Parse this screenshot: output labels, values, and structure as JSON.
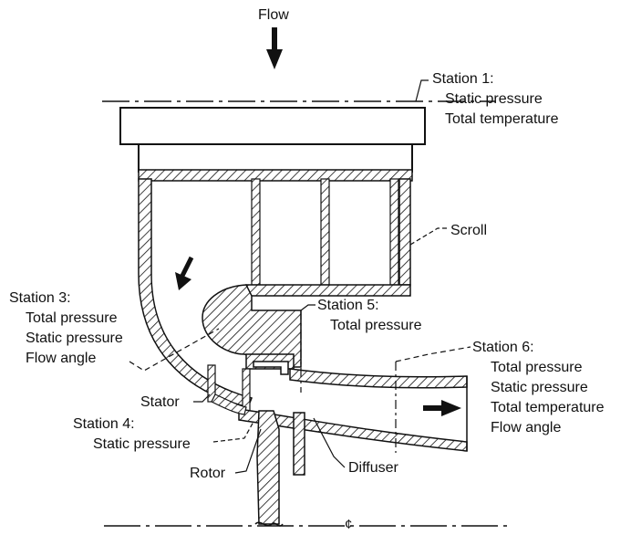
{
  "colors": {
    "ink": "#111111",
    "background": "#ffffff"
  },
  "flow": {
    "label": "Flow"
  },
  "station1": {
    "title": "Station 1:",
    "lines": [
      "Static pressure",
      "Total temperature"
    ]
  },
  "scroll": {
    "label": "Scroll"
  },
  "station3": {
    "title": "Station 3:",
    "lines": [
      "Total pressure",
      "Static pressure",
      "Flow angle"
    ]
  },
  "station5": {
    "title": "Station 5:",
    "lines": [
      "Total pressure"
    ]
  },
  "station6": {
    "title": "Station 6:",
    "lines": [
      "Total pressure",
      "Static pressure",
      "Total temperature",
      "Flow angle"
    ]
  },
  "stator": {
    "label": "Stator"
  },
  "station4": {
    "title": "Station 4:",
    "lines": [
      "Static pressure"
    ]
  },
  "rotor": {
    "label": "Rotor"
  },
  "diffuser": {
    "label": "Diffuser"
  },
  "centerline": {
    "symbol": "¢"
  }
}
